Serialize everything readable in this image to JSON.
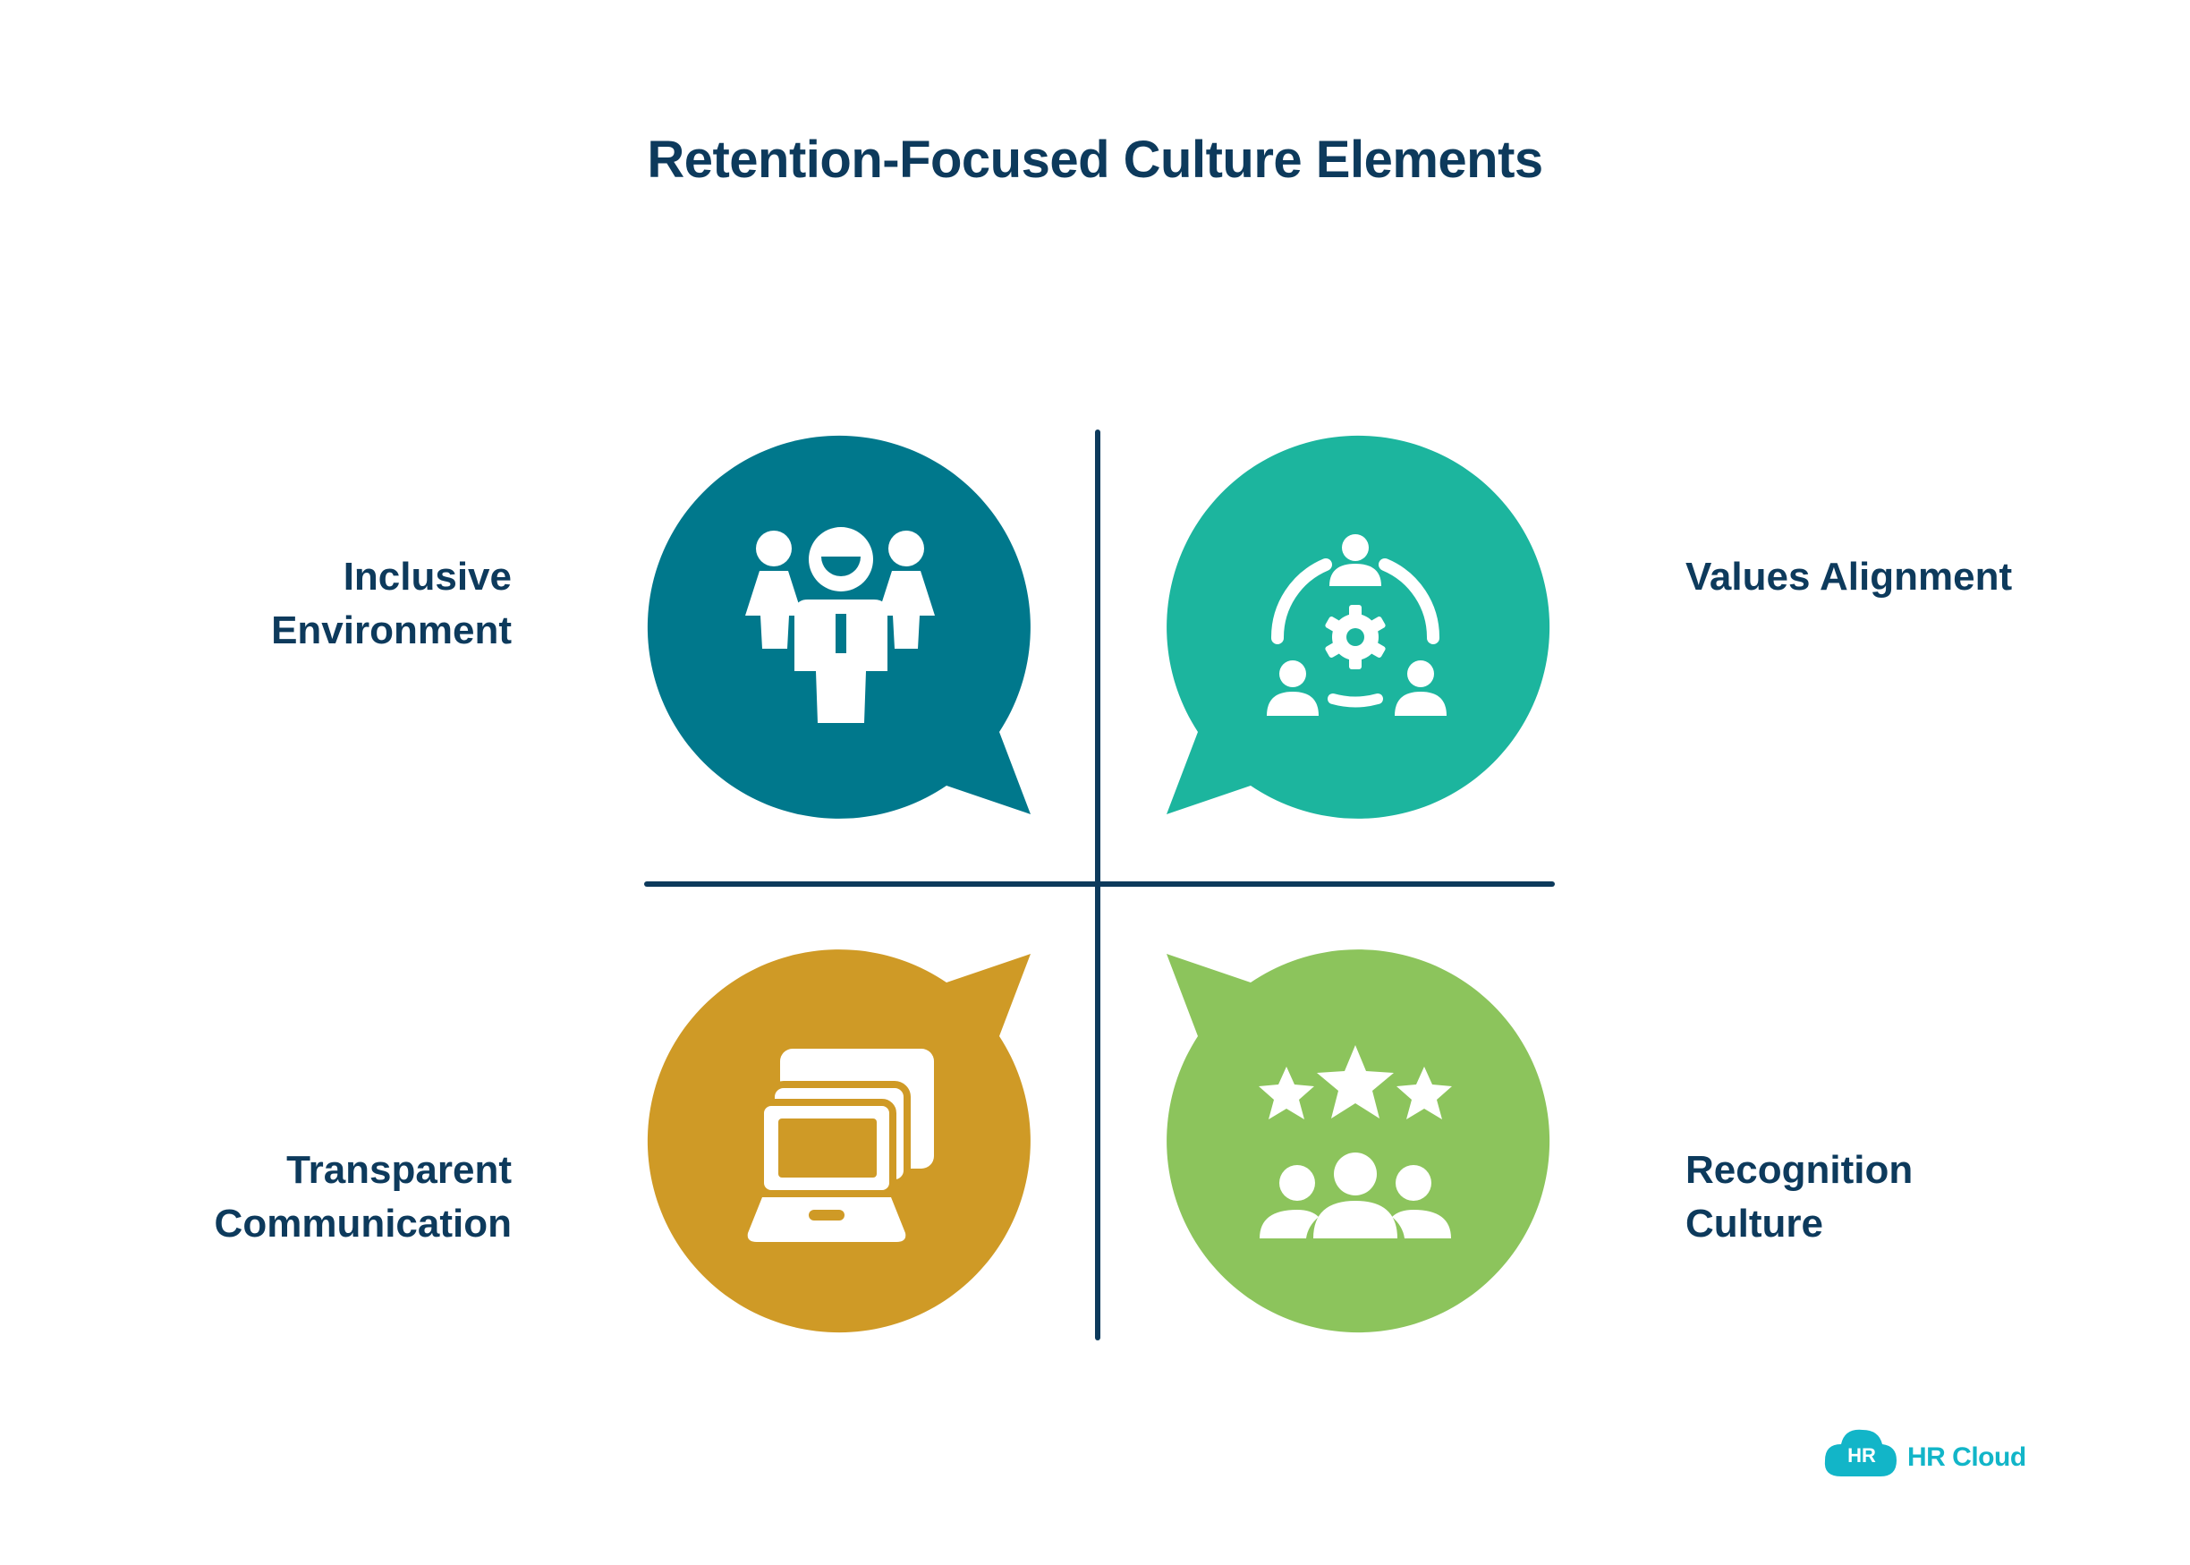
{
  "title": "Retention-Focused Culture Elements",
  "quadrants": [
    {
      "label": "Inclusive\nEnvironment",
      "color": "#00788c",
      "icon": "team-people-icon"
    },
    {
      "label": "Values Alignment",
      "color": "#1cb59e",
      "icon": "gear-people-icon"
    },
    {
      "label": "Transparent\nCommunication",
      "color": "#cf9a26",
      "icon": "laptop-chat-icon"
    },
    {
      "label": "Recognition\nCulture",
      "color": "#8cc45c",
      "icon": "stars-people-icon"
    }
  ],
  "divider_color": "#0d3a5c",
  "logo": {
    "badge": "HR",
    "name": "HR Cloud",
    "color": "#12b5c8"
  }
}
